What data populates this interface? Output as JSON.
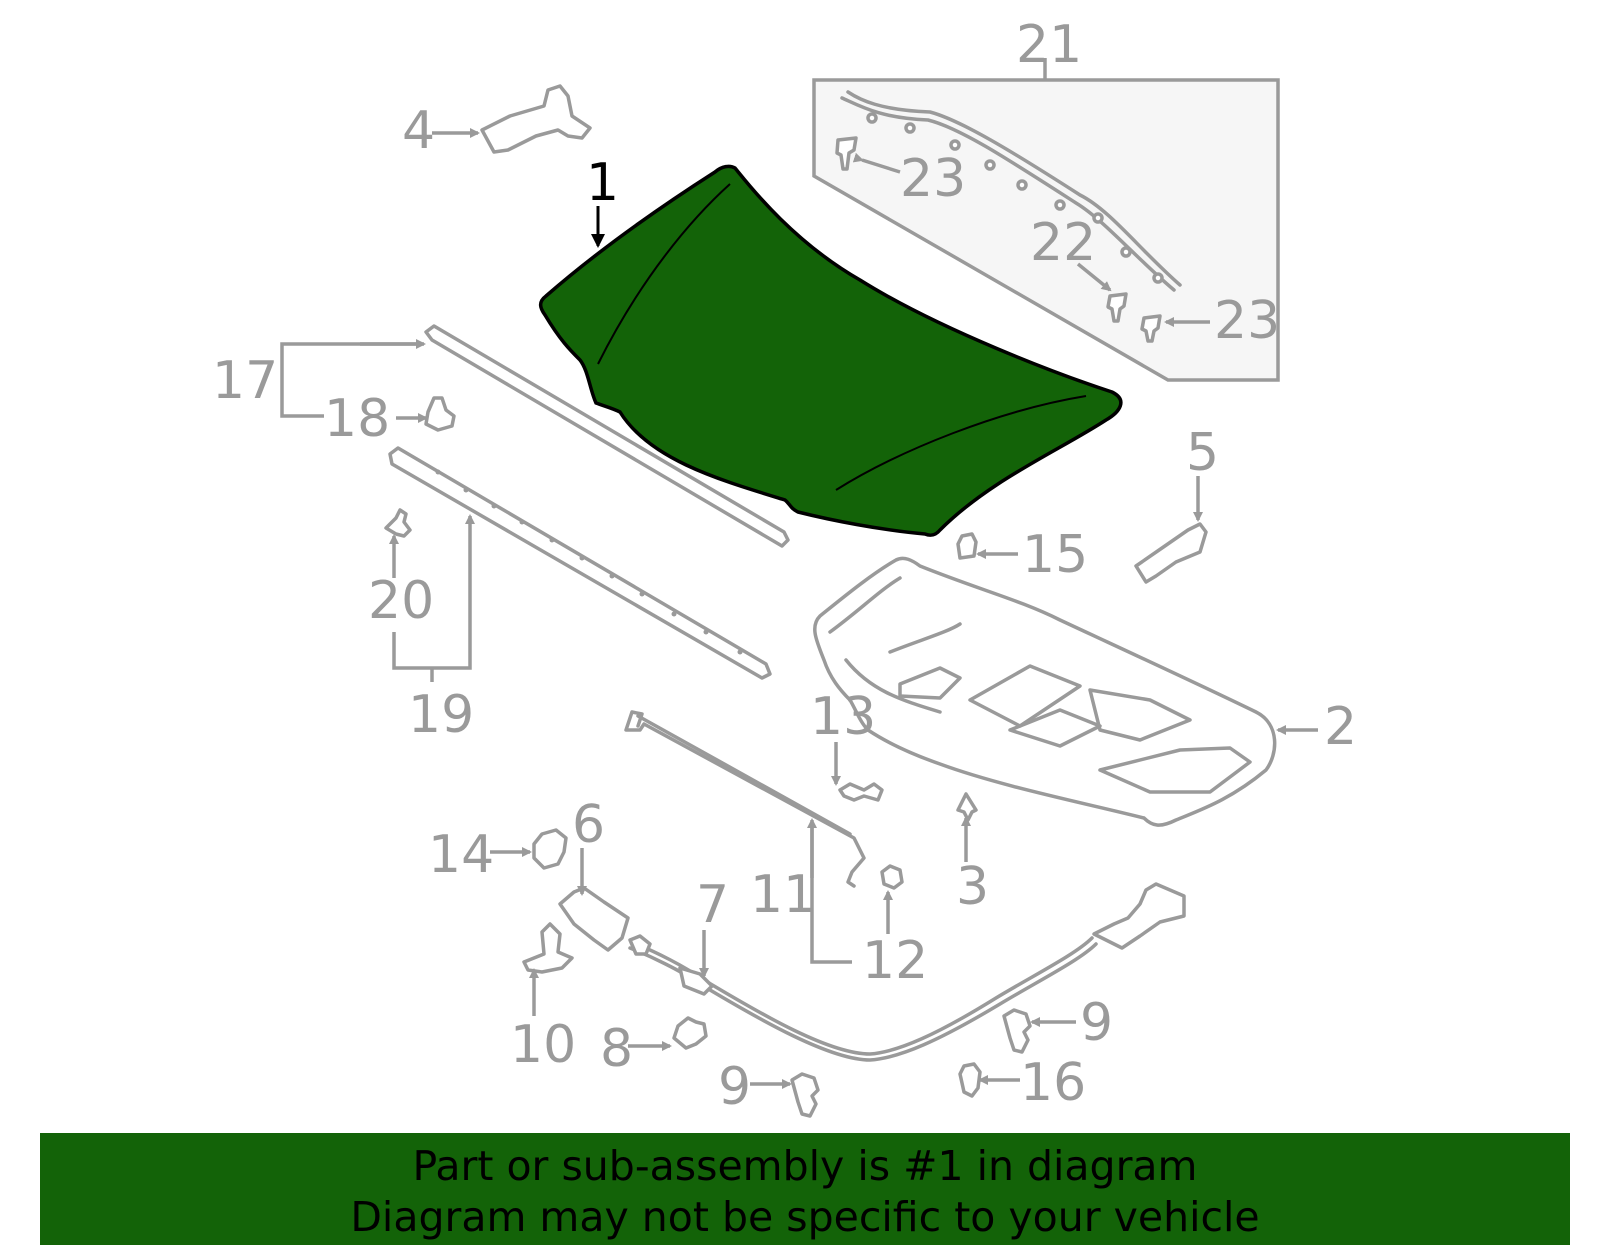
{
  "highlight_color": "#136308",
  "part_color": "#9a9a9a",
  "callouts": {
    "c1": "1",
    "c2": "2",
    "c3": "3",
    "c4": "4",
    "c5": "5",
    "c6": "6",
    "c7": "7",
    "c8": "8",
    "c9a": "9",
    "c9b": "9",
    "c10": "10",
    "c11": "11",
    "c12": "12",
    "c13": "13",
    "c14": "14",
    "c15": "15",
    "c16": "16",
    "c17": "17",
    "c18": "18",
    "c19": "19",
    "c20": "20",
    "c21": "21",
    "c22": "22",
    "c23a": "23",
    "c23b": "23"
  },
  "banner": {
    "line1": "Part or sub-assembly is #1 in diagram",
    "line2": "Diagram may not be specific to your vehicle"
  }
}
